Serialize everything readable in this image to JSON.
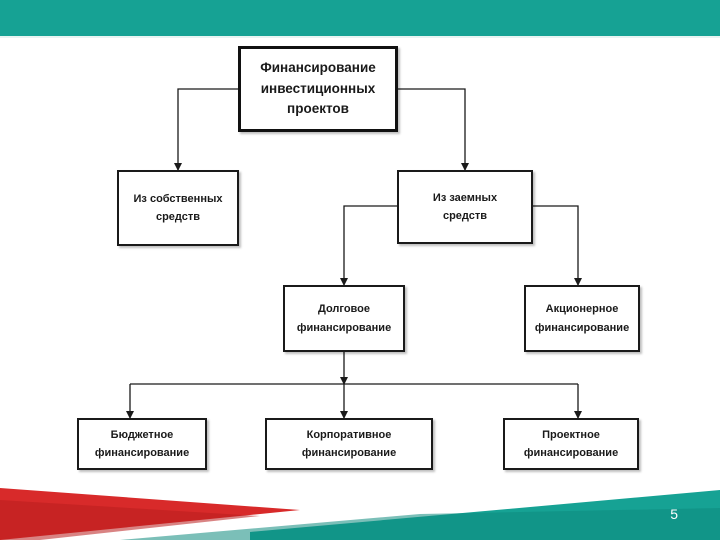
{
  "diagram": {
    "root": "Финансирование инвестиционных проектов",
    "own_funds": "Из собственных средств",
    "borrowed_funds": "Из заемных средств",
    "debt_financing": "Долговое финансирование",
    "equity_financing": "Акционерное финансирование",
    "budget_financing": "Бюджетное финансирование",
    "corporate_financing": "Корпоративное финансирование",
    "project_financing": "Проектное финансирование"
  },
  "slide": {
    "page_number": "5"
  },
  "colors": {
    "accent_teal": "#16a294",
    "accent_red": "#d82a2a",
    "border": "#1a1a1a"
  }
}
